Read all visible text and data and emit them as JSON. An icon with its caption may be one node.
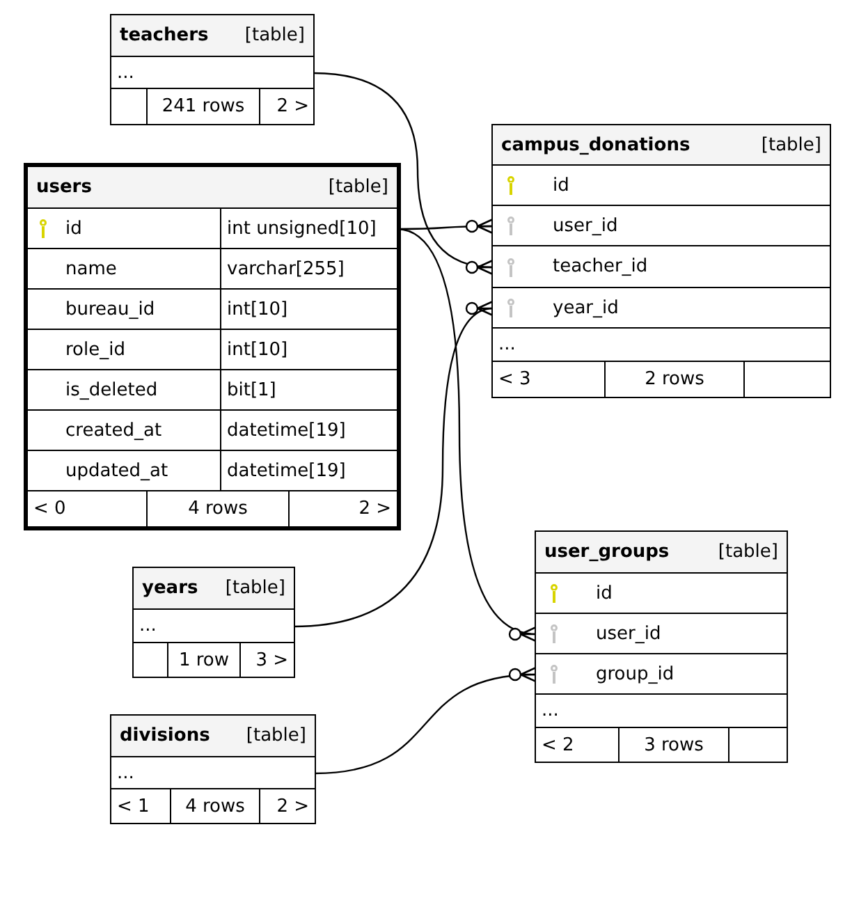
{
  "diagram": {
    "nodes": [
      {
        "text": [
          "teachers",
          "[table]"
        ]
      },
      {
        "text": [
          "..."
        ],
        "in": 0
      },
      {
        "text": [
          "241 rows",
          "2 >"
        ],
        "in": 0
      },
      {
        "text": [
          "users",
          "[table]"
        ]
      },
      {
        "text": [
          "id",
          "int unsigned[10]"
        ],
        "in": 3
      },
      {
        "text": [
          "name",
          "varchar[255]"
        ],
        "in": 3
      },
      {
        "text": [
          "bureau_id",
          "int[10]"
        ],
        "in": 3
      },
      {
        "text": [
          "role_id",
          "int[10]"
        ],
        "in": 3
      },
      {
        "text": [
          "is_deleted",
          "bit[1]"
        ],
        "in": 3
      },
      {
        "text": [
          "created_at",
          "datetime[19]"
        ],
        "in": 3
      },
      {
        "text": [
          "updated_at",
          "datetime[19]"
        ],
        "in": 3
      },
      {
        "text": [
          "< 0",
          "4 rows",
          "2 >"
        ],
        "in": 3
      },
      {
        "text": [
          "campus_donations",
          "[table]"
        ]
      },
      {
        "text": [
          "id"
        ],
        "in": 12
      },
      {
        "text": [
          "user_id"
        ],
        "in": 12
      },
      {
        "text": [
          "teacher_id"
        ],
        "in": 12
      },
      {
        "text": [
          "year_id"
        ],
        "in": 12
      },
      {
        "text": [
          "..."
        ],
        "in": 12
      },
      {
        "text": [
          "< 3",
          "2 rows"
        ],
        "in": 12
      },
      {
        "text": [
          "years",
          "[table]"
        ]
      },
      {
        "text": [
          "..."
        ],
        "in": 19
      },
      {
        "text": [
          "1 row",
          "3 >"
        ],
        "in": 19
      },
      {
        "text": [
          "divisions",
          "[table]"
        ]
      },
      {
        "text": [
          "..."
        ],
        "in": 22
      },
      {
        "text": [
          "< 1",
          "4 rows",
          "2 >"
        ],
        "in": 22
      },
      {
        "text": [
          "user_groups",
          "[table]"
        ]
      },
      {
        "text": [
          "id"
        ],
        "in": 25
      },
      {
        "text": [
          "user_id"
        ],
        "in": 25
      },
      {
        "text": [
          "group_id"
        ],
        "in": 25
      },
      {
        "text": [
          "..."
        ],
        "in": 25
      },
      {
        "text": [
          "< 2",
          "3 rows"
        ],
        "in": 25
      }
    ],
    "edges": [
      {
        "from": 4,
        "to": 14,
        "arrow": "other"
      },
      {
        "from": 1,
        "to": 15,
        "arrow": "other"
      },
      {
        "from": 20,
        "to": 16,
        "arrow": "other"
      },
      {
        "from": 4,
        "to": 27,
        "arrow": "other"
      },
      {
        "from": 23,
        "to": 28,
        "arrow": "other"
      }
    ]
  }
}
